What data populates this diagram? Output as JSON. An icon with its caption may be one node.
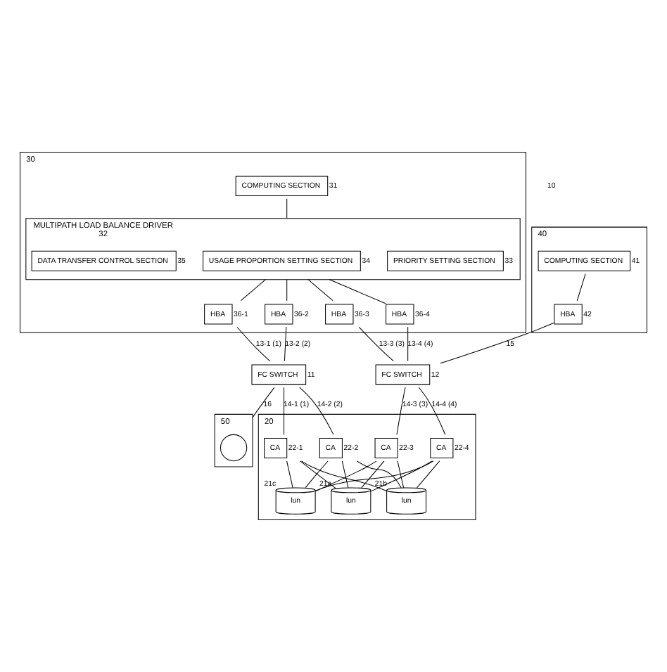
{
  "diagram": {
    "nodes": [
      {
        "text": [],
        "shape": "box",
        "beside": [
          "30"
        ]
      },
      {
        "text": [
          "COMPUTING SECTION"
        ],
        "in": 0,
        "beside": [
          "31"
        ]
      },
      {
        "text": [
          "MULTIPATH LOAD BALANCE DRIVER"
        ],
        "in": 0,
        "beside": [
          "32"
        ]
      },
      {
        "text": [
          "PRIORITY SETTING SECTION"
        ],
        "in": 2,
        "beside": [
          "33"
        ]
      },
      {
        "text": [
          "USAGE PROPORTION SETTING SECTION"
        ],
        "in": 2,
        "beside": [
          "34"
        ]
      },
      {
        "text": [
          "DATA TRANSFER CONTROL SECTION"
        ],
        "in": 2,
        "beside": [
          "35"
        ]
      },
      {
        "text": [
          "HBA"
        ],
        "in": 0,
        "beside": [
          "36-1"
        ]
      },
      {
        "text": [
          "HBA"
        ],
        "in": 0,
        "beside": [
          "36-2"
        ]
      },
      {
        "text": [
          "HBA"
        ],
        "in": 0,
        "beside": [
          "36-3"
        ]
      },
      {
        "text": [
          "HBA"
        ],
        "in": 0,
        "beside": [
          "36-4"
        ]
      },
      {
        "text": [],
        "shape": "box",
        "beside": [
          "40"
        ]
      },
      {
        "text": [
          "COMPUTING SECTION"
        ],
        "in": 10,
        "beside": [
          "41"
        ]
      },
      {
        "text": [
          "HBA"
        ],
        "in": 10,
        "beside": [
          "42"
        ]
      },
      {
        "text": [
          "FC SWITCH"
        ],
        "beside": [
          "11"
        ]
      },
      {
        "text": [
          "FC SWITCH"
        ],
        "beside": [
          "12"
        ]
      },
      {
        "text": [],
        "shape": "box",
        "beside": [
          "50"
        ]
      },
      {
        "text": [],
        "shape": "circle",
        "in": 15
      },
      {
        "text": [],
        "shape": "box",
        "beside": [
          "20"
        ]
      },
      {
        "text": [
          "CA"
        ],
        "in": 17,
        "beside": [
          "22-1"
        ]
      },
      {
        "text": [
          "CA"
        ],
        "in": 17,
        "beside": [
          "22-2"
        ]
      },
      {
        "text": [
          "CA"
        ],
        "in": 17,
        "beside": [
          "22-3"
        ]
      },
      {
        "text": [
          "CA"
        ],
        "in": 17,
        "beside": [
          "22-4"
        ]
      },
      {
        "text": [
          "lun"
        ],
        "in": 17,
        "beside": [
          "21a"
        ]
      },
      {
        "text": [
          "lun"
        ],
        "in": 17,
        "beside": [
          "21b"
        ]
      },
      {
        "text": [
          "lun"
        ],
        "in": 17,
        "beside": [
          "21c"
        ]
      }
    ],
    "edges": [
      {
        "from": 1,
        "to": 2,
        "arrow": "none"
      },
      {
        "from": 2,
        "to": 6,
        "arrow": "none"
      },
      {
        "from": 2,
        "to": 7,
        "arrow": "none"
      },
      {
        "from": 2,
        "to": 8,
        "arrow": "none"
      },
      {
        "from": 2,
        "to": 9,
        "arrow": "none"
      },
      {
        "from": 11,
        "to": 12,
        "arrow": "none"
      },
      {
        "from": 6,
        "to": 13,
        "arrow": "none",
        "label": "13-1 (1)"
      },
      {
        "from": 7,
        "to": 13,
        "arrow": "none",
        "label": "13-2 (2)"
      },
      {
        "from": 8,
        "to": 14,
        "arrow": "none",
        "label": "13-3 (3)"
      },
      {
        "from": 9,
        "to": 14,
        "arrow": "none",
        "label": "13-4 (4)"
      },
      {
        "from": 12,
        "to": 14,
        "arrow": "none",
        "label": "15"
      },
      {
        "from": 13,
        "to": 15,
        "arrow": "none",
        "label": "16"
      },
      {
        "from": 13,
        "to": 18,
        "arrow": "none",
        "label": "14-1 (1)"
      },
      {
        "from": 13,
        "to": 19,
        "arrow": "none",
        "label": "14-2 (2)"
      },
      {
        "from": 14,
        "to": 20,
        "arrow": "none",
        "label": "14-3 (3)"
      },
      {
        "from": 14,
        "to": 21,
        "arrow": "none",
        "label": "14-4 (4)"
      },
      {
        "from": 18,
        "to": 22,
        "arrow": "none"
      },
      {
        "from": 18,
        "to": 23,
        "arrow": "none"
      },
      {
        "from": 18,
        "to": 24,
        "arrow": "none"
      },
      {
        "from": 19,
        "to": 22,
        "arrow": "none"
      },
      {
        "from": 19,
        "to": 23,
        "arrow": "none"
      },
      {
        "from": 19,
        "to": 24,
        "arrow": "none"
      },
      {
        "from": 20,
        "to": 22,
        "arrow": "none"
      },
      {
        "from": 20,
        "to": 23,
        "arrow": "none"
      },
      {
        "from": 20,
        "to": 24,
        "arrow": "none"
      },
      {
        "from": 21,
        "to": 22,
        "arrow": "none"
      },
      {
        "from": 21,
        "to": 23,
        "arrow": "none"
      },
      {
        "from": 21,
        "to": 24,
        "arrow": "none"
      }
    ],
    "labels": [
      "10"
    ]
  }
}
